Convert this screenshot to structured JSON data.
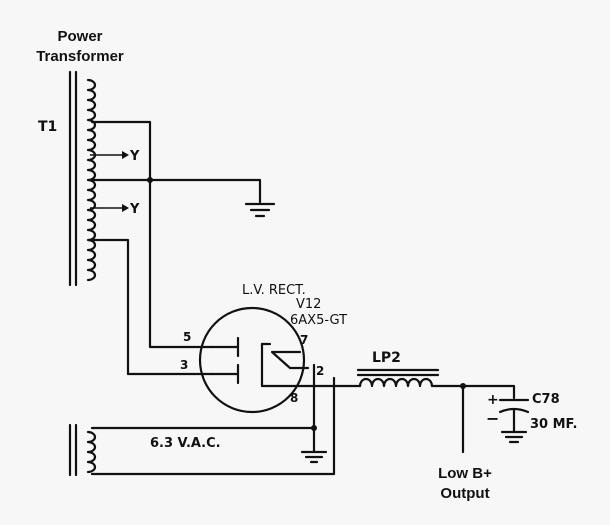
{
  "labels": {
    "power_transformer": [
      "Power",
      "Transformer"
    ],
    "transformer_ref": "T1",
    "tap_y1": "Y",
    "tap_y2": "Y",
    "tube_title": "L.V. RECT.",
    "tube_ref": "V12",
    "tube_type": "6AX5-GT",
    "pin_5": "5",
    "pin_3": "3",
    "pin_7": "7",
    "pin_2": "2",
    "pin_8": "8",
    "heater_voltage": "6.3 V.A.C.",
    "choke_ref": "LP2",
    "cap_ref": "C78",
    "cap_plus": "+",
    "cap_minus": "−",
    "cap_value": "30 MF.",
    "output": [
      "Low B+",
      "Output"
    ]
  }
}
